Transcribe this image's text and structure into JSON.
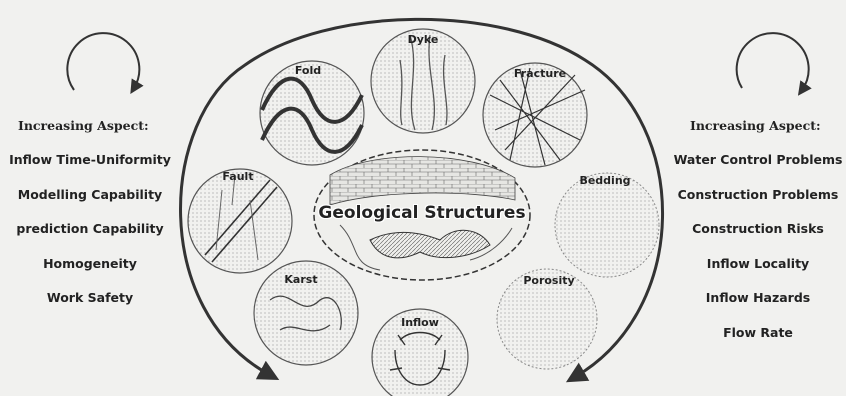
{
  "left_panel": {
    "title": "Increasing Aspect:",
    "items": [
      "Inflow Time-Uniformity",
      "Modelling  Capability",
      "prediction Capability",
      "Homogeneity",
      "Work Safety"
    ]
  },
  "right_panel": {
    "title": "Increasing Aspect:",
    "items": [
      "Water Control Problems",
      "Construction Problems",
      "Construction Risks",
      "Inflow Locality",
      "Inflow Hazards",
      "Flow Rate"
    ]
  },
  "center": {
    "label": "Geological Structures"
  },
  "nodes": {
    "fold": "Fold",
    "dyke": "Dyke",
    "fracture": "Fracture",
    "fault": "Fault",
    "bedding": "Bedding",
    "karst": "Karst",
    "porosity": "Porosity",
    "inflow": "Inflow"
  },
  "colors": {
    "stroke": "#333333",
    "background": "#f1f1ef"
  }
}
